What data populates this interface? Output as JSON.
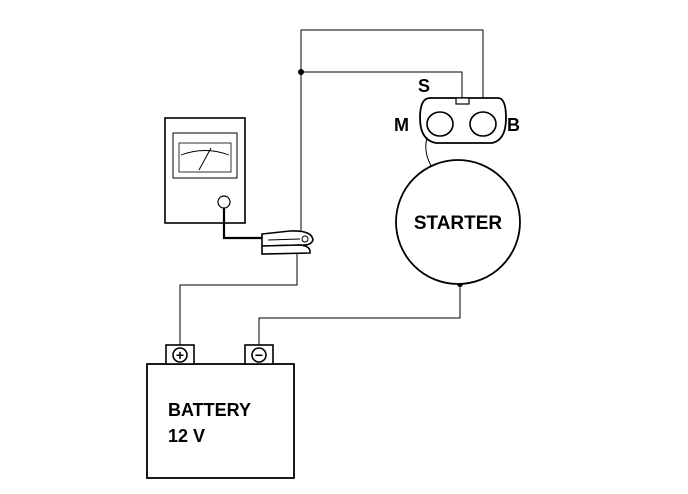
{
  "solenoid": {
    "terminal_s": "S",
    "terminal_m": "M",
    "terminal_b": "B"
  },
  "starter": {
    "label": "STARTER"
  },
  "battery": {
    "label_line1": "BATTERY",
    "label_line2": "12 V",
    "positive_symbol": "+",
    "negative_symbol": "−"
  },
  "colors": {
    "ink": "#000000",
    "background": "#ffffff"
  }
}
